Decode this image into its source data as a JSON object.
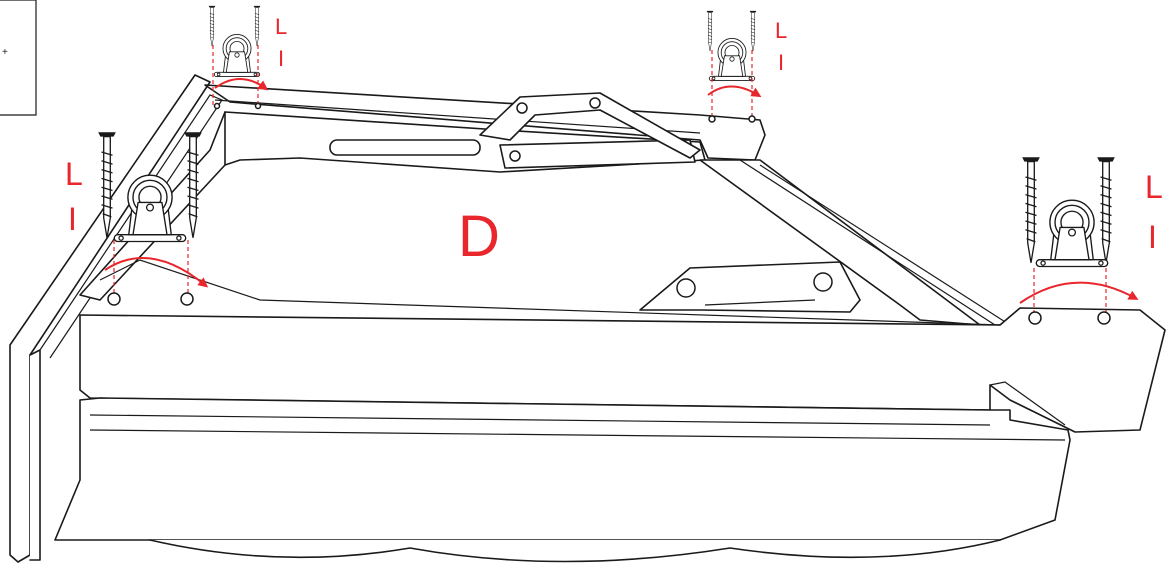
{
  "diagram": {
    "center_label": "D",
    "callouts": [
      {
        "top": "L",
        "bottom": "I"
      },
      {
        "top": "L",
        "bottom": "I"
      },
      {
        "top": "L",
        "bottom": "I"
      },
      {
        "top": "L",
        "bottom": "I"
      }
    ],
    "colors": {
      "accent": "#e8262b",
      "line": "#1a1a1a",
      "background": "#ffffff"
    },
    "icons": [
      "caster-wheel-icon",
      "wood-screw-icon",
      "rotation-arrow-icon"
    ]
  }
}
